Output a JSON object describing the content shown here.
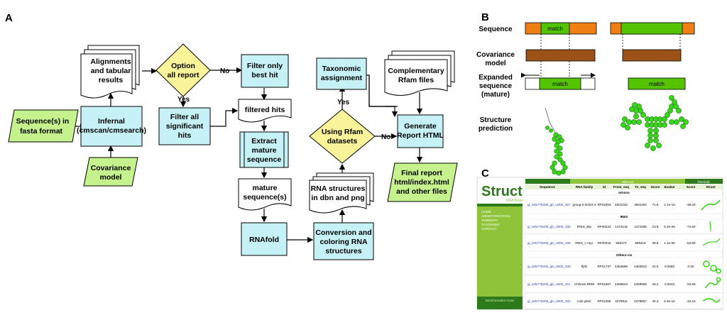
{
  "panels": {
    "a": "A",
    "b": "B",
    "c": "C"
  },
  "nodes": {
    "sequences": [
      "Sequence(s) in",
      "fasta format"
    ],
    "covariance_model": [
      "Covariance",
      "model"
    ],
    "infernal": [
      "Infernal",
      "(cmscan/cmsearch)"
    ],
    "alignments": [
      "Alignments",
      "and tabular",
      "results"
    ],
    "option": [
      "Option",
      "all report"
    ],
    "filter_best": [
      "Filter only",
      "best hit"
    ],
    "filter_all": [
      "Filter all",
      "significant",
      "hits"
    ],
    "filtered_hits": [
      "filtered hits"
    ],
    "extract": [
      "Extract",
      "mature",
      "sequence"
    ],
    "mature_seq": [
      "mature",
      "sequence(s)"
    ],
    "rnafold": [
      "RNAfold"
    ],
    "conversion": [
      "Conversion and",
      "coloring RNA",
      "structures"
    ],
    "rna_structures": [
      "RNA structures",
      "in dbn and png"
    ],
    "using_rfam": [
      "Using Rfam",
      "datasets"
    ],
    "taxonomic": [
      "Taxonomic",
      "assignment"
    ],
    "complementary": [
      "Complementary",
      "Rfam files"
    ],
    "generate": [
      "Generate",
      "Report HTML"
    ],
    "final_report": [
      "Final report",
      "html/index.html",
      "and other files"
    ]
  },
  "edges": {
    "no": "No",
    "yes": "Yes"
  },
  "panel_b": {
    "rows": [
      [
        "Sequence"
      ],
      [
        "Covariance",
        "model"
      ],
      [
        "Expanded",
        "sequence",
        "(mature)"
      ],
      [
        "Structure",
        "prediction"
      ]
    ],
    "match": "match",
    "colors": {
      "sequence": "#f07f14",
      "match": "#55c400",
      "covariance": "#9c5217"
    }
  },
  "panel_c": {
    "logo_main": "Struct",
    "logo_sub": "RNA finder",
    "menu": [
      "HOME",
      "ANNOTATED RNAs",
      "SUMMARY",
      "TAXONOMY",
      "CONTACT"
    ],
    "footer": "Bioinformatics Core",
    "group_headers": {
      "infernal": "Infernal",
      "rnafold": "RNAfold"
    },
    "columns": [
      "Sequence",
      "RNA family",
      "Id",
      "From_seq",
      "To_seq",
      "Score",
      "Evalue",
      "Score",
      "Struct"
    ],
    "sections": [
      {
        "title": "Introns",
        "rows": [
          [
            "gi_545778205_gb_U000_457",
            "group-II-D1D4-4",
            "RF02003",
            "4501332",
            "4501193",
            "71.8",
            "2.1e-16",
            "-38.30"
          ]
        ]
      },
      {
        "title": "IRES",
        "rows": [
          [
            "gi_545778205_gb_U000_198",
            "IRES_Bip",
            "RF00223",
            "1472215",
            "1472285",
            "23.8",
            "5.2e-06",
            "-74.60"
          ],
          [
            "gi_545778205_gb_U000_185",
            "IRES_c-myc",
            "RF00216",
            "655274",
            "655418",
            "28.8",
            "1.1e-06",
            "-62.80"
          ]
        ]
      },
      {
        "title": "Others-cis",
        "rows": [
          [
            "gi_545778205_gb_U000_338",
            "ffpD",
            "RF01737",
            "4363668",
            "4363623",
            "24.5",
            "0.0080",
            "0.00"
          ],
          [
            "gi_545778205_gb_U000_221",
            "Chlorob-RRM",
            "RF01697",
            "4259824",
            "4259895",
            "25.2",
            "0.0043",
            "-23.50"
          ],
          [
            "gi_545778205_gb_U000_282",
            "mini-ykkC",
            "RF01068",
            "4378811",
            "4378857",
            "40.4",
            "6.3e-10",
            "-10.10"
          ]
        ]
      }
    ],
    "colors": {
      "green_dark": "#2d7a1a",
      "green_mid": "#8fc43a",
      "green_light": "#c8e59a"
    }
  },
  "colors": {
    "fill_cyan": "#c6f2f7",
    "fill_yellow": "#f9f49a",
    "fill_lime": "#c6f28e"
  }
}
